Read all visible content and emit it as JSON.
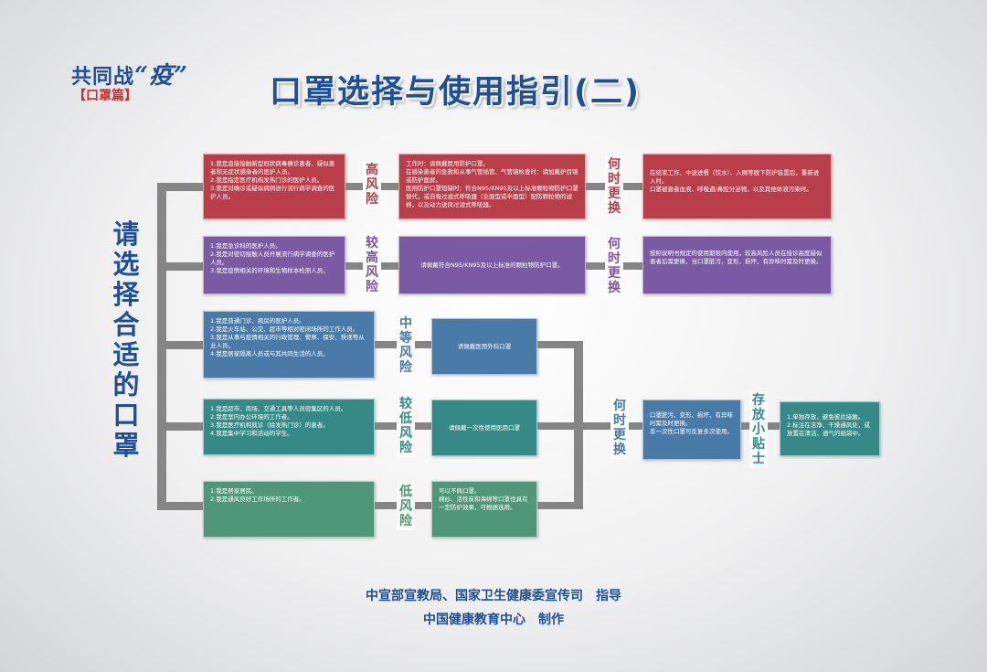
{
  "logo": {
    "main": "共同战",
    "quote": "“疫”",
    "sub": "【口罩篇】"
  },
  "title": "口罩选择与使用指引(二)",
  "side_label": "请选择合适的口罩",
  "rows": [
    {
      "risk": "高风险",
      "people": [
        "1.我是直接接触新型冠状病毒确诊患者、疑似患者和无症状感染者的医护人员。",
        "2.我是指定医疗机构发热门诊的医护人员。",
        "3.我是对确诊或疑似病例进行流行病学调查的医护人员。"
      ],
      "mask": [
        "工作时：请佩戴医用防护口罩。",
        "在感染患者的急救和从事气管插管、气管镜检查时：请加戴护目镜或防护面屏。",
        "医用防护口罩短缺时：符合N95/KN95及以上标准颗粒物防护口罩替代，或自吸过滤式呼吸器（全面型或半面型）配防颗粒物的滤棉，以及动力送风过滤式呼吸器。"
      ],
      "when_label": "何时更换",
      "when": [
        "在结束工作、中途进餐（饮水）、入厕等脱下防护装置后，重新进入时。",
        "口罩被患者血液、呼吸道/鼻腔分泌物，以及其他体液污染时。"
      ]
    },
    {
      "risk": "较高风险",
      "people": [
        "1.我是急诊科的医护人员。",
        "2.我是对密切接触人员开展流行病学调查的医护人员。",
        "3.我是疫情相关的环境和生物样本检测人员。"
      ],
      "mask": [
        "请佩戴符合N95/KN95及以上标准的颗粒物防护口罩。"
      ],
      "when_label": "何时更换",
      "when": [
        "按照说明书规定的使用期限内使用，较高风险人员在接诊高度疑似患者后需更换，当口罩脏污、变形、损坏、有异味时需及时更换。"
      ]
    },
    {
      "risk": "中等风险",
      "people": [
        "1.我是普通门诊、病房的医护人员。",
        "2.我是火车站、公交、超市等相对密闭场所的工作人员。",
        "3.我是从事与疫情相关的行政管理、警察、保安、快递等从业人员。",
        "4.我是居家隔离人员或与其共同生活的人员。"
      ],
      "mask": [
        "请佩戴医用外科口罩"
      ]
    },
    {
      "risk": "较低风险",
      "people": [
        "1.我是超市、商场、交通工具等人员密集区的人员。",
        "2.我是室内办公环境的工作者。",
        "3.我是医疗机构就诊（除发热门诊）的患者。",
        "4.我是集中学习和活动的学生。"
      ],
      "mask": [
        "请佩戴一次性使用医用口罩"
      ]
    },
    {
      "risk": "低风险",
      "people": [
        "1.我是居家居民。",
        "2.我是通风良好工作场所的工作者。"
      ],
      "mask": [
        "可以不佩口罩。",
        "棉纱、活性炭和海绵等口罩也具有一定防护效果，可根据选用。"
      ]
    }
  ],
  "shared_when": {
    "label": "何时更换",
    "text": [
      "口罩脏污、变形、损坏、有异味时需及时更换。",
      "非一次性口罩可反复多次使用。"
    ]
  },
  "storage": {
    "label": "存放小贴士",
    "text": [
      "1.单独存放，避免彼此接触。",
      "2.标注在洁净、干燥通风处，或放置在清洁、透气的纸袋中。"
    ]
  },
  "footer": {
    "line1": "中宣部宣教局、国家卫生健康委宣传司　指导",
    "line2": "中国健康教育中心　制作"
  }
}
